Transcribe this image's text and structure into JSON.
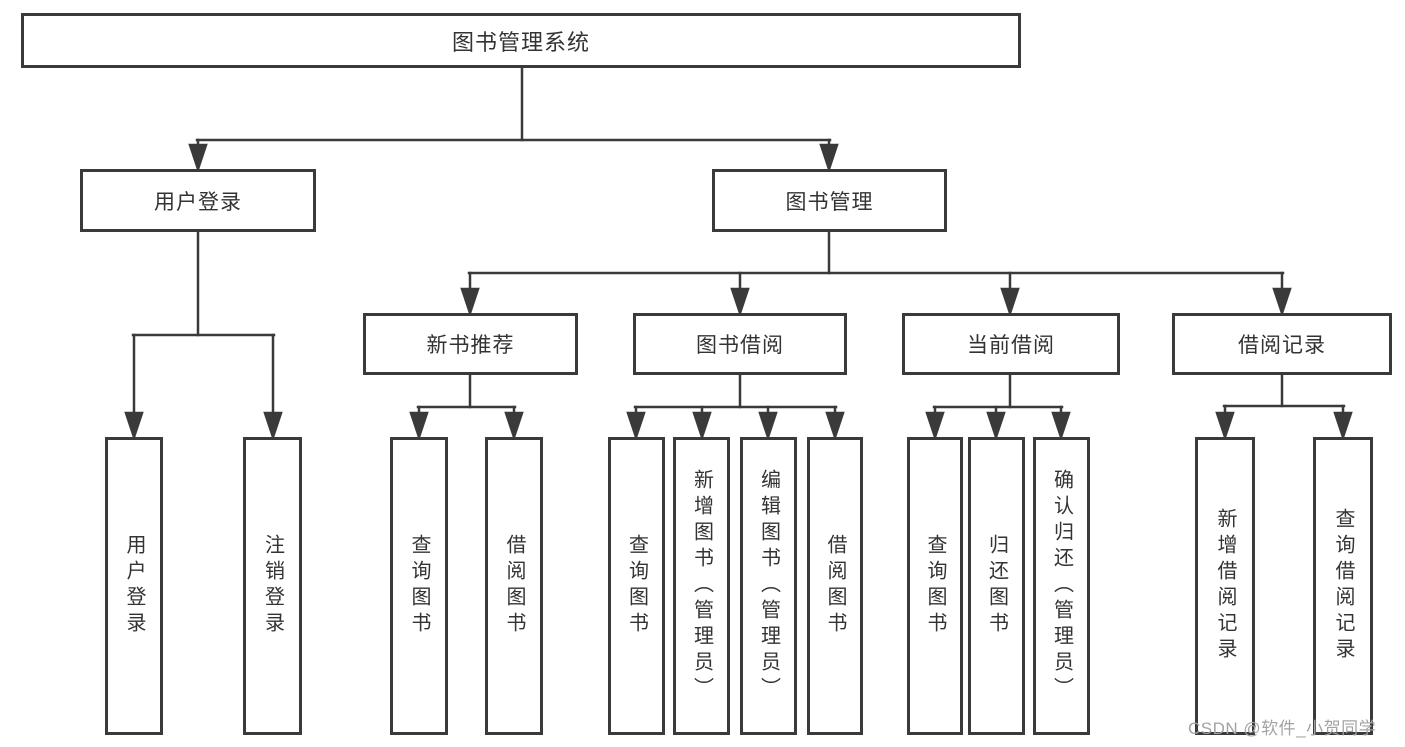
{
  "diagram": {
    "root": {
      "label": "图书管理系统"
    },
    "level2": [
      {
        "label": "用户登录"
      },
      {
        "label": "图书管理"
      }
    ],
    "level3": [
      {
        "label": "新书推荐"
      },
      {
        "label": "图书借阅"
      },
      {
        "label": "当前借阅"
      },
      {
        "label": "借阅记录"
      }
    ],
    "leaves": {
      "user_login": [
        {
          "label": "用户登录"
        },
        {
          "label": "注销登录"
        }
      ],
      "new_book": [
        {
          "label": "查询图书"
        },
        {
          "label": "借阅图书"
        }
      ],
      "book_borrow": [
        {
          "label": "查询图书"
        },
        {
          "label": "新增图书（管理员）"
        },
        {
          "label": "编辑图书（管理员）"
        },
        {
          "label": "借阅图书"
        }
      ],
      "current_borrow": [
        {
          "label": "查询图书"
        },
        {
          "label": "归还图书"
        },
        {
          "label": "确认归还（管理员）"
        }
      ],
      "borrow_record": [
        {
          "label": "新增借阅记录"
        },
        {
          "label": "查询借阅记录"
        }
      ]
    },
    "watermark": "CSDN @软件_小贺同学"
  },
  "colors": {
    "line": "#3a3a3a",
    "text": "#333333",
    "watermark": "#a3a3a3",
    "background": "#ffffff"
  }
}
